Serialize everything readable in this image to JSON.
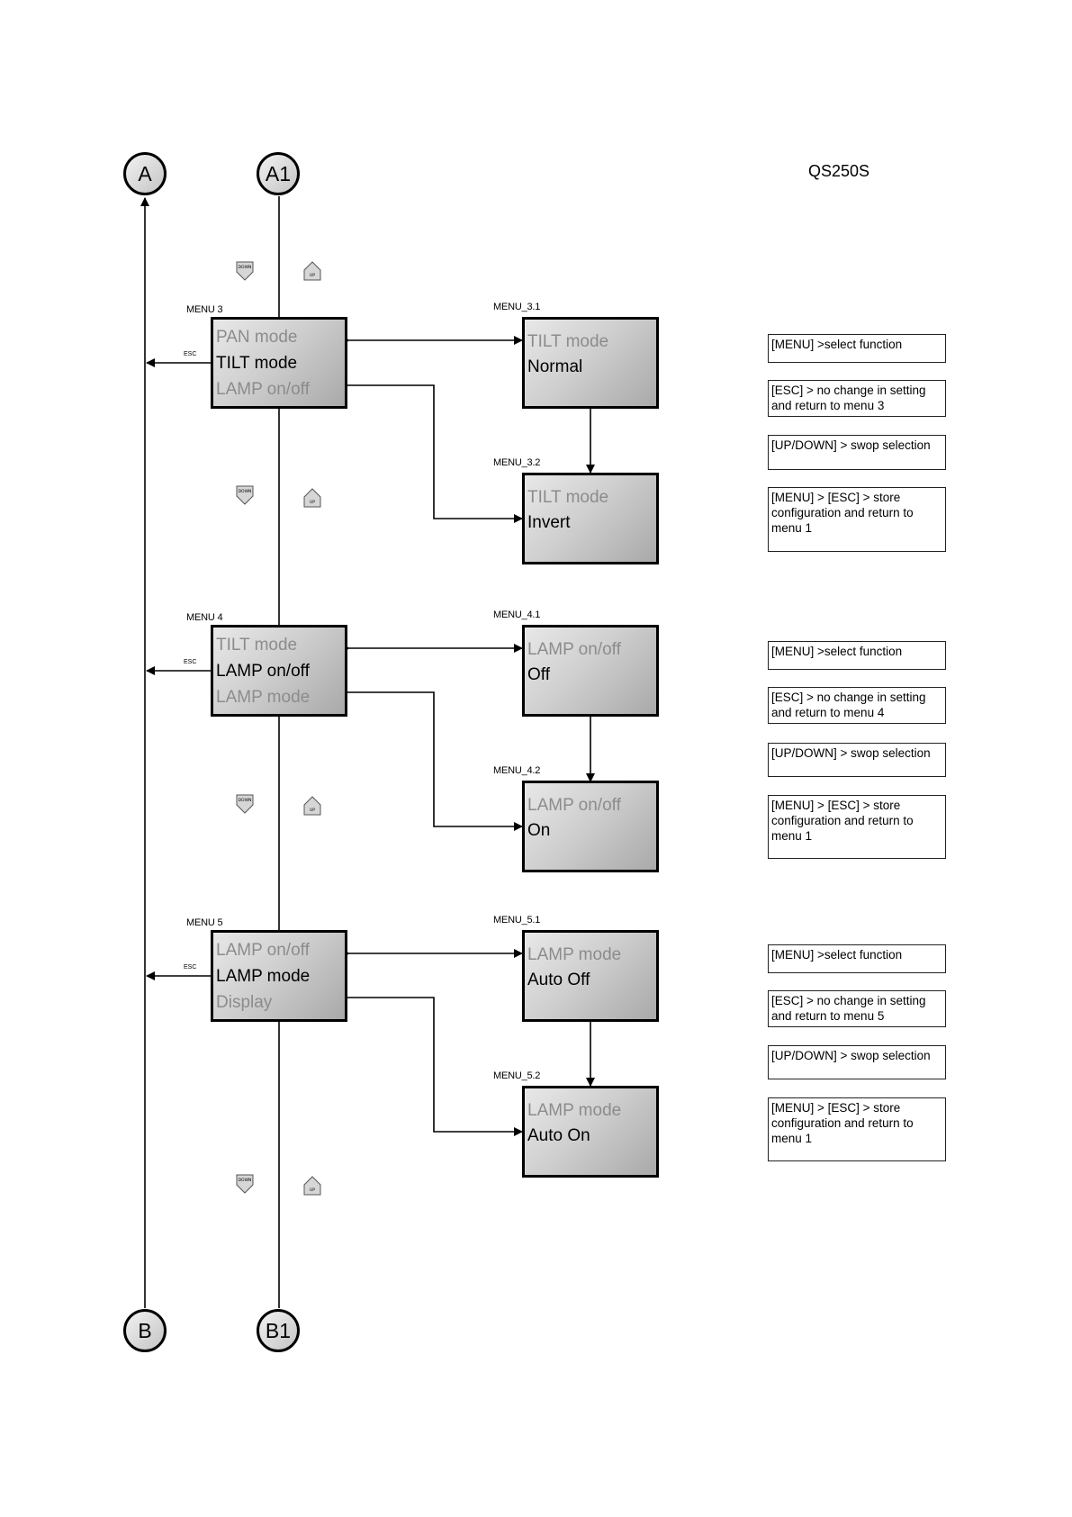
{
  "model": "QS250S",
  "connectors": {
    "A": "A",
    "A1": "A1",
    "B": "B",
    "B1": "B1"
  },
  "keys": {
    "down": "DOWN",
    "up": "UP",
    "esc": "ESC"
  },
  "menus": [
    {
      "label": "MENU 3",
      "rows": [
        "PAN  mode",
        "TILT  mode",
        "LAMP  on/off"
      ],
      "options": [
        {
          "label": "MENU_3.1",
          "title": "TILT mode",
          "value": "Normal"
        },
        {
          "label": "MENU_3.2",
          "title": "TILT mode",
          "value": "Invert"
        }
      ],
      "notes": [
        "[MENU] >select function",
        "[ESC] > no change in setting and return to menu 3",
        "[UP/DOWN] > swop selection",
        "[MENU] > [ESC] > store configuration and return to menu 1"
      ]
    },
    {
      "label": "MENU 4",
      "rows": [
        "TILT  mode",
        "LAMP  on/off",
        "LAMP mode"
      ],
      "options": [
        {
          "label": "MENU_4.1",
          "title": "LAMP  on/off",
          "value": "Off"
        },
        {
          "label": "MENU_4.2",
          "title": "LAMP  on/off",
          "value": "On"
        }
      ],
      "notes": [
        "[MENU] >select function",
        "[ESC] > no change in setting and return to menu 4",
        "[UP/DOWN] > swop selection",
        "[MENU] > [ESC] > store configuration and return to menu 1"
      ]
    },
    {
      "label": "MENU 5",
      "rows": [
        "LAMP  on/off",
        "LAMP  mode",
        "Display"
      ],
      "options": [
        {
          "label": "MENU_5.1",
          "title": "LAMP  mode",
          "value": "Auto Off"
        },
        {
          "label": "MENU_5.2",
          "title": "LAMP  mode",
          "value": "Auto On"
        }
      ],
      "notes": [
        "[MENU] >select function",
        "[ESC] > no change in setting and return to menu 5",
        "[UP/DOWN] > swop selection",
        "[MENU] > [ESC] > store configuration and return to menu 1"
      ]
    }
  ]
}
